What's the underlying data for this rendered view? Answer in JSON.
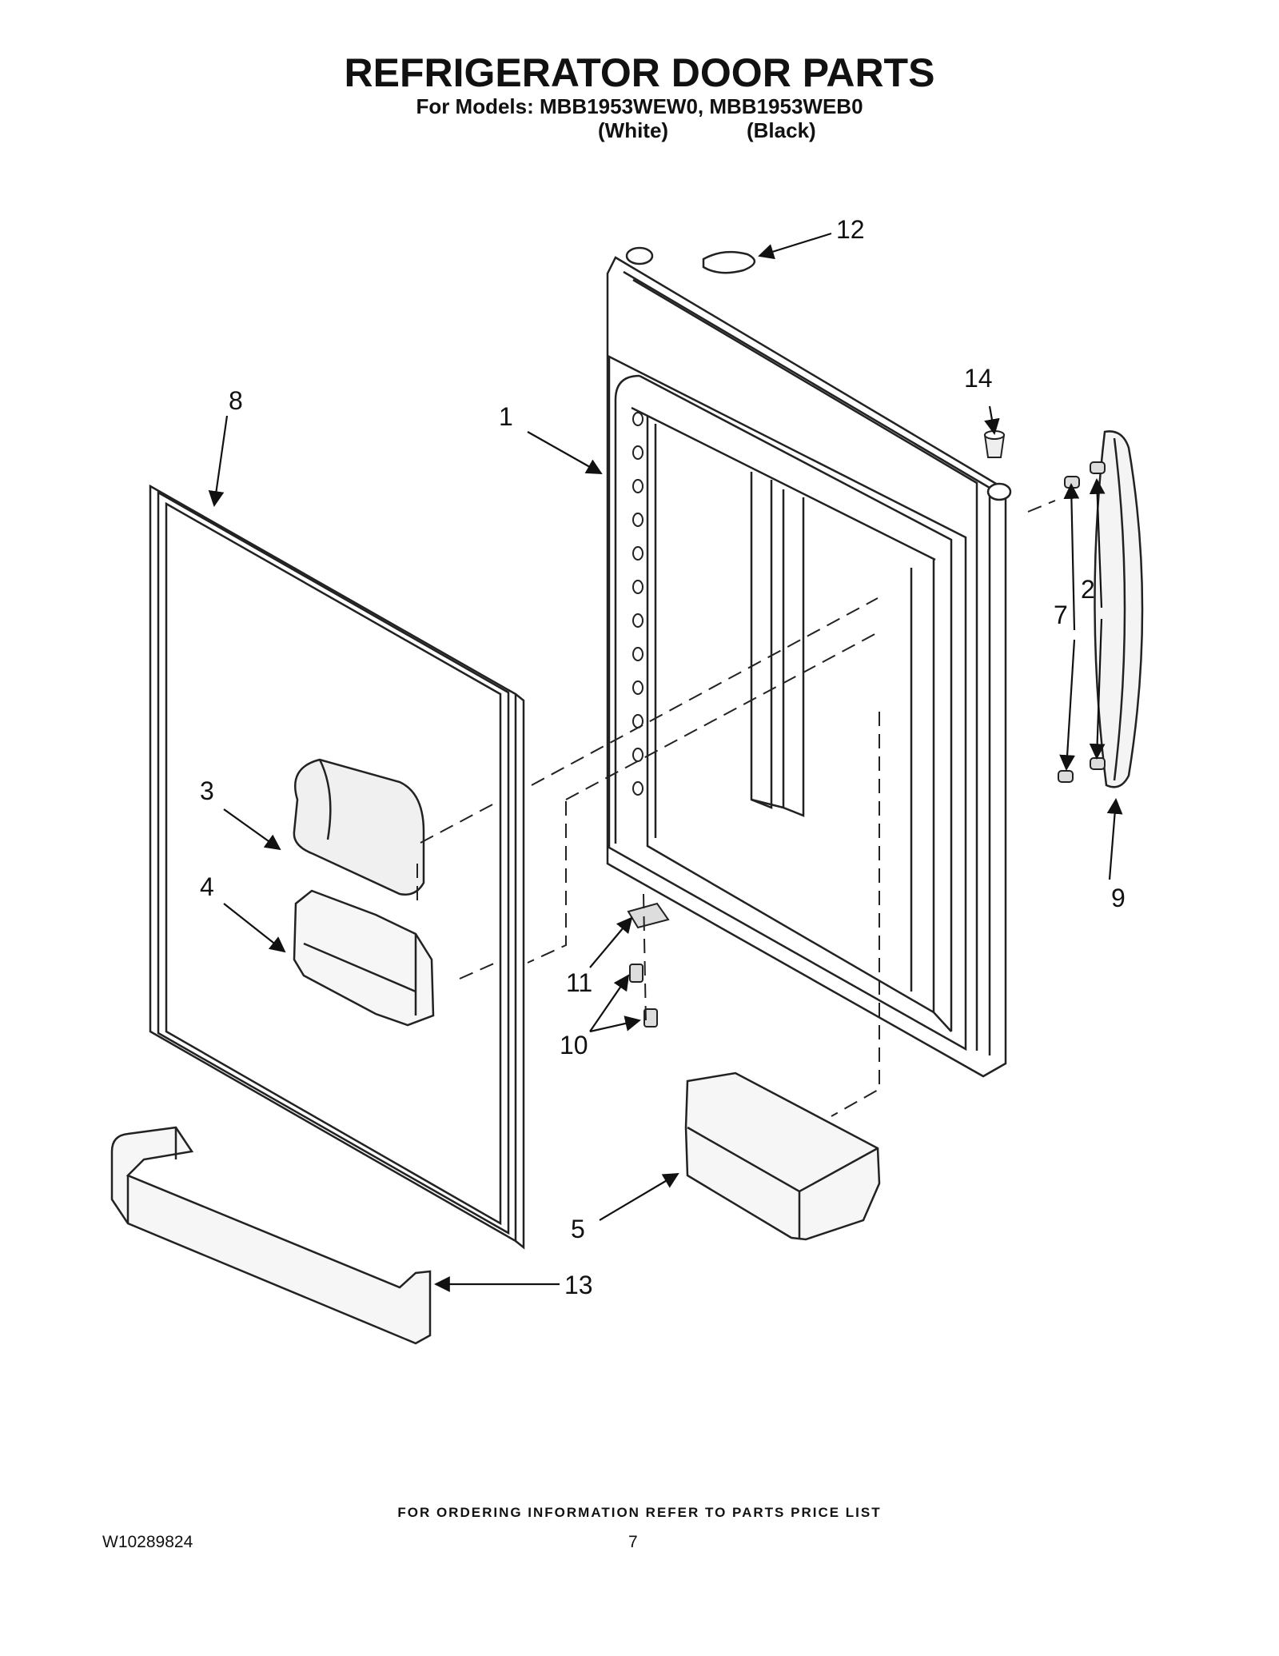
{
  "header": {
    "title": "REFRIGERATOR DOOR PARTS",
    "subtitle": "For Models: MBB1953WEW0, MBB1953WEB0",
    "color_white": "(White)",
    "color_black": "(Black)"
  },
  "callouts": [
    "1",
    "2",
    "3",
    "4",
    "5",
    "7",
    "8",
    "9",
    "10",
    "11",
    "12",
    "13",
    "14"
  ],
  "footer": {
    "note": "FOR ORDERING INFORMATION REFER TO PARTS PRICE LIST",
    "doc_number": "W10289824",
    "page_number": "7"
  }
}
